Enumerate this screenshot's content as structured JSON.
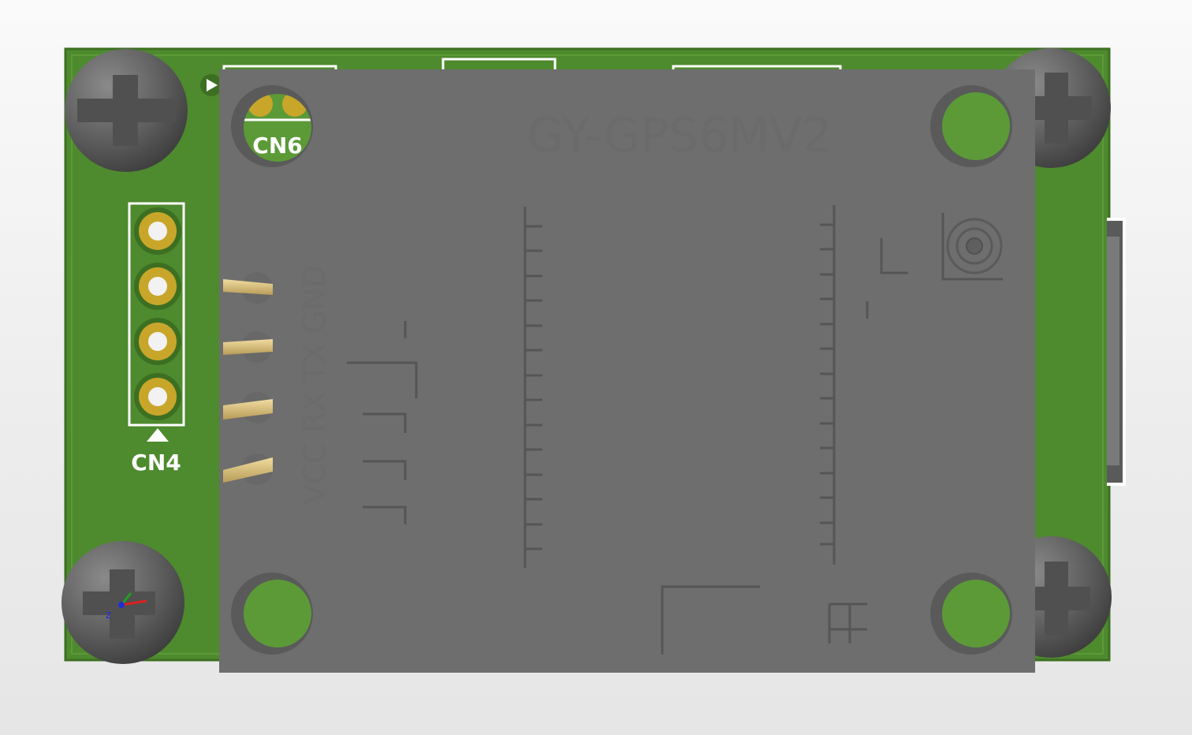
{
  "board": {
    "cn4_label": "CN4",
    "cn6_label": "CN6",
    "module_label": "GY-GPS6MV2",
    "pin_labels": "VCC RX TX GND"
  },
  "axis_triad": {
    "z_label": "z"
  },
  "colors": {
    "pcb_green": "#4e8a2e",
    "pcb_edge": "#3d7022",
    "enclosure_gray": "#6e6e6e",
    "screw_gray": "#5c5c5c",
    "pad_gold": "#c8a62a",
    "silkscreen": "#ffffff"
  }
}
